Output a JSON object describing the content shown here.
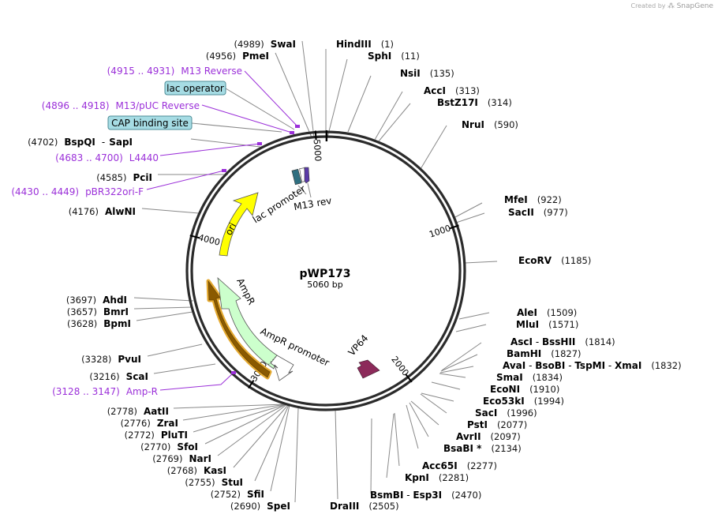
{
  "branding": {
    "created_by": "Created by",
    "product": "SnapGene"
  },
  "plasmid": {
    "name": "pWP173",
    "length_label": "5060 bp"
  },
  "ticks": [
    "1000",
    "2000",
    "3000",
    "4000",
    "5000"
  ],
  "colors": {
    "primer": "#9b30d9",
    "ori": "#ffff00",
    "ampr": "#ccffcc",
    "ampr_border": "#e1a01a",
    "vp64": "#8c2a5a",
    "boxed": "#a6dce4",
    "line": "#888888"
  },
  "enzymes": [
    {
      "name": "HindIII",
      "pos": "(1)"
    },
    {
      "name": "SphI",
      "pos": "(11)"
    },
    {
      "name": "NsiI",
      "pos": "(135)"
    },
    {
      "name": "AccI",
      "pos": "(313)"
    },
    {
      "name": "BstZ17I",
      "pos": "(314)"
    },
    {
      "name": "NruI",
      "pos": "(590)"
    },
    {
      "name": "MfeI",
      "pos": "(922)"
    },
    {
      "name": "SacII",
      "pos": "(977)"
    },
    {
      "name": "EcoRV",
      "pos": "(1185)"
    },
    {
      "name": "AleI",
      "pos": "(1509)"
    },
    {
      "name": "MluI",
      "pos": "(1571)"
    },
    {
      "name": "AscI",
      "sep": "-",
      "name2": "BssHII",
      "pos": "(1814)"
    },
    {
      "name": "BamHI",
      "pos": "(1827)"
    },
    {
      "name": "AvaI",
      "sep": "-",
      "name2": "BsoBI",
      "sep2": "-",
      "name3": "TspMI",
      "sep3": "-",
      "name4": "XmaI",
      "pos": "(1832)"
    },
    {
      "name": "SmaI",
      "pos": "(1834)"
    },
    {
      "name": "EcoNI",
      "pos": "(1910)"
    },
    {
      "name": "Eco53kI",
      "pos": "(1994)"
    },
    {
      "name": "SacI",
      "pos": "(1996)"
    },
    {
      "name": "PstI",
      "pos": "(2077)"
    },
    {
      "name": "AvrII",
      "pos": "(2097)"
    },
    {
      "name": "BsaBI *",
      "pos": "(2134)"
    },
    {
      "name": "Acc65I",
      "pos": "(2277)"
    },
    {
      "name": "KpnI",
      "pos": "(2281)"
    },
    {
      "name": "BsmBI",
      "sep": "-",
      "name2": "Esp3I",
      "pos": "(2470)"
    },
    {
      "name": "DraIII",
      "pos": "(2505)"
    },
    {
      "name": "SpeI",
      "pos": "(2690)"
    },
    {
      "name": "SfiI",
      "pos": "(2752)"
    },
    {
      "name": "StuI",
      "pos": "(2755)"
    },
    {
      "name": "KasI",
      "pos": "(2768)"
    },
    {
      "name": "NarI",
      "pos": "(2769)"
    },
    {
      "name": "SfoI",
      "pos": "(2770)"
    },
    {
      "name": "PluTI",
      "pos": "(2772)"
    },
    {
      "name": "ZraI",
      "pos": "(2776)"
    },
    {
      "name": "AatII",
      "pos": "(2778)"
    },
    {
      "name": "ScaI",
      "pos": "(3216)"
    },
    {
      "name": "PvuI",
      "pos": "(3328)"
    },
    {
      "name": "BpmI",
      "pos": "(3628)"
    },
    {
      "name": "BmrI",
      "pos": "(3657)"
    },
    {
      "name": "AhdI",
      "pos": "(3697)"
    },
    {
      "name": "AlwNI",
      "pos": "(4176)"
    },
    {
      "name": "PciI",
      "pos": "(4585)"
    },
    {
      "name": "BspQI",
      "sep": "-",
      "name2": "SapI",
      "pos": "(4702)"
    },
    {
      "name": "PmeI",
      "pos": "(4956)"
    },
    {
      "name": "SwaI",
      "pos": "(4989)"
    }
  ],
  "primers": [
    {
      "name": "M13 Reverse",
      "range": "(4915 .. 4931)"
    },
    {
      "name": "M13/pUC Reverse",
      "range": "(4896 .. 4918)"
    },
    {
      "name": "L4440",
      "range": "(4683 .. 4700)"
    },
    {
      "name": "pBR322ori-F",
      "range": "(4430 .. 4449)"
    },
    {
      "name": "Amp-R",
      "range": "(3128 .. 3147)"
    }
  ],
  "boxed_features": [
    {
      "name": "lac operator"
    },
    {
      "name": "CAP binding site"
    }
  ],
  "features": [
    {
      "name": "ori"
    },
    {
      "name": "lac promoter"
    },
    {
      "name": "M13 rev"
    },
    {
      "name": "AmpR"
    },
    {
      "name": "AmpR promoter"
    },
    {
      "name": "VP64"
    }
  ]
}
